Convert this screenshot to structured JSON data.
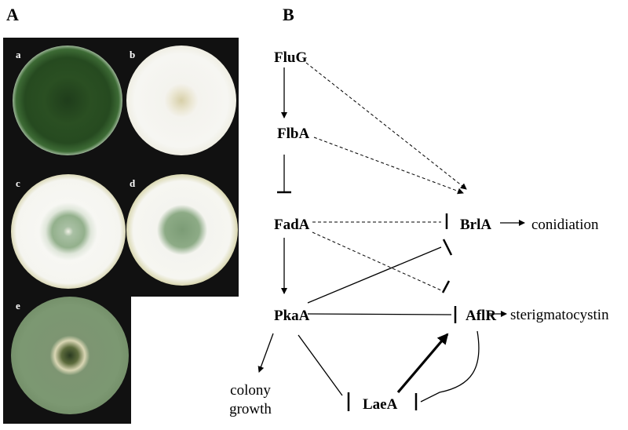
{
  "panel_a": {
    "letter": "A",
    "dishes": [
      {
        "label": "a"
      },
      {
        "label": "b"
      },
      {
        "label": "c"
      },
      {
        "label": "d"
      },
      {
        "label": "e"
      }
    ]
  },
  "panel_b": {
    "letter": "B",
    "nodes": {
      "flug": "FluG",
      "flba": "FlbA",
      "fada": "FadA",
      "brla": "BrlA",
      "pkaa": "PkaA",
      "aflr": "AflR",
      "laea": "LaeA"
    },
    "outputs": {
      "conidiation": "conidiation",
      "sterigmatocystin": "sterigmatocystin",
      "colony_line1": "colony",
      "colony_line2": "growth"
    }
  }
}
